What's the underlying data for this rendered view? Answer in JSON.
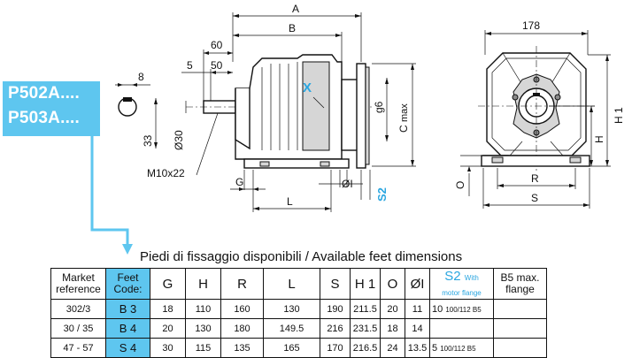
{
  "models": [
    "P502A....",
    "P503A...."
  ],
  "dims": {
    "A": "A",
    "B": "B",
    "d60": "60",
    "d50": "50",
    "d5": "5",
    "d8": "8",
    "d33": "33",
    "o30": "Ø30",
    "thread": "M10x22",
    "G": "G",
    "L": "L",
    "Ol": "ØI",
    "S2": "S2",
    "X": "X",
    "g6": "g6",
    "C": "C",
    "Cmax": "max",
    "d178": "178",
    "H1": "H 1",
    "H": "H",
    "R": "R",
    "S": "S",
    "O": "O"
  },
  "colors": {
    "accent": "#5ec6ef",
    "s2": "#2aa6e0"
  },
  "caption": "Piedi di fissaggio disponibili / Available feet dimensions",
  "table": {
    "headers": {
      "market_line1": "Market",
      "market_line2": "reference",
      "code_line1": "Feet",
      "code_line2": "Code:",
      "G": "G",
      "H": "H",
      "R": "R",
      "L": "L",
      "S": "S",
      "H1": "H 1",
      "O": "O",
      "Ol": "ØI",
      "S2": "S2",
      "S2_note_line1": "With",
      "S2_note_line2": "motor flange",
      "B5_line1": "B5 max.",
      "B5_line2": "flange"
    },
    "rows": [
      {
        "market": "302/3",
        "code": "B 3",
        "G": "18",
        "H": "110",
        "R": "160",
        "L": "130",
        "S": "190",
        "H1": "211.5",
        "O": "20",
        "Ol": "11",
        "S2": "10",
        "S2_sub": "100/112 B5",
        "B5": ""
      },
      {
        "market": "30 / 35",
        "code": "B 4",
        "G": "20",
        "H": "130",
        "R": "180",
        "L": "149.5",
        "S": "216",
        "H1": "231.5",
        "O": "18",
        "Ol": "14",
        "S2": "",
        "S2_sub": "",
        "B5": ""
      },
      {
        "market": "47 - 57",
        "code": "S 4",
        "G": "30",
        "H": "115",
        "R": "135",
        "L": "165",
        "S": "170",
        "H1": "216.5",
        "O": "24",
        "Ol": "13.5",
        "S2": "5",
        "S2_sub": "100/112 B5",
        "B5": ""
      }
    ]
  }
}
